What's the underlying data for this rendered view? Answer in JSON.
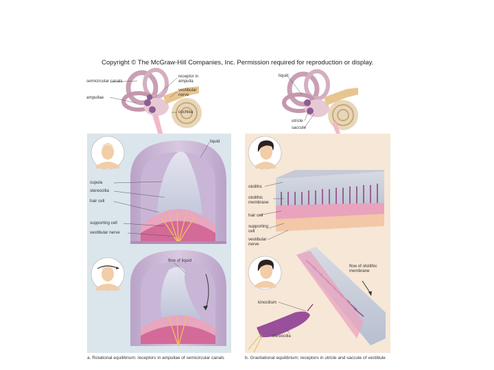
{
  "copyright": "Copyright © The McGraw-Hill Companies, Inc. Permission required for reproduction or display.",
  "top_left_labels": {
    "semicircular_canals": "semicircular canals",
    "ampullae": "ampullae",
    "receptor_in_ampulla": "receptor in ampulla",
    "vestibular_nerve": "vestibular nerve",
    "cochlea": "cochlea"
  },
  "top_right_labels": {
    "liquid": "liquid",
    "utricle": "utricle",
    "saccule": "saccule"
  },
  "panel_a_labels": {
    "liquid": "liquid",
    "cupula": "cupula",
    "stereocilia": "stereocilia",
    "hair_cell": "hair cell",
    "supporting_cell": "supporting cell",
    "vestibular_nerve": "vestibular nerve",
    "flow_of_liquid": "flow of liquid"
  },
  "panel_b_labels": {
    "otoliths": "otoliths",
    "otolithic_membrane": "otolithic membrane",
    "hair_cell": "hair cell",
    "supporting_cell": "supporting cell",
    "vestibular_nerve": "vestibular nerve",
    "flow_of_otolithic_membrane": "flow of otolithic membrane",
    "kinocilium": "kinocilium",
    "stereocilia": "stereocilia"
  },
  "captions": {
    "a": "a. Rotational equilibrium: receptors in ampullae of semicircular canals",
    "b": "b. Gravitational equilibrium: receptors in utricle and saccule of vestibule"
  }
}
